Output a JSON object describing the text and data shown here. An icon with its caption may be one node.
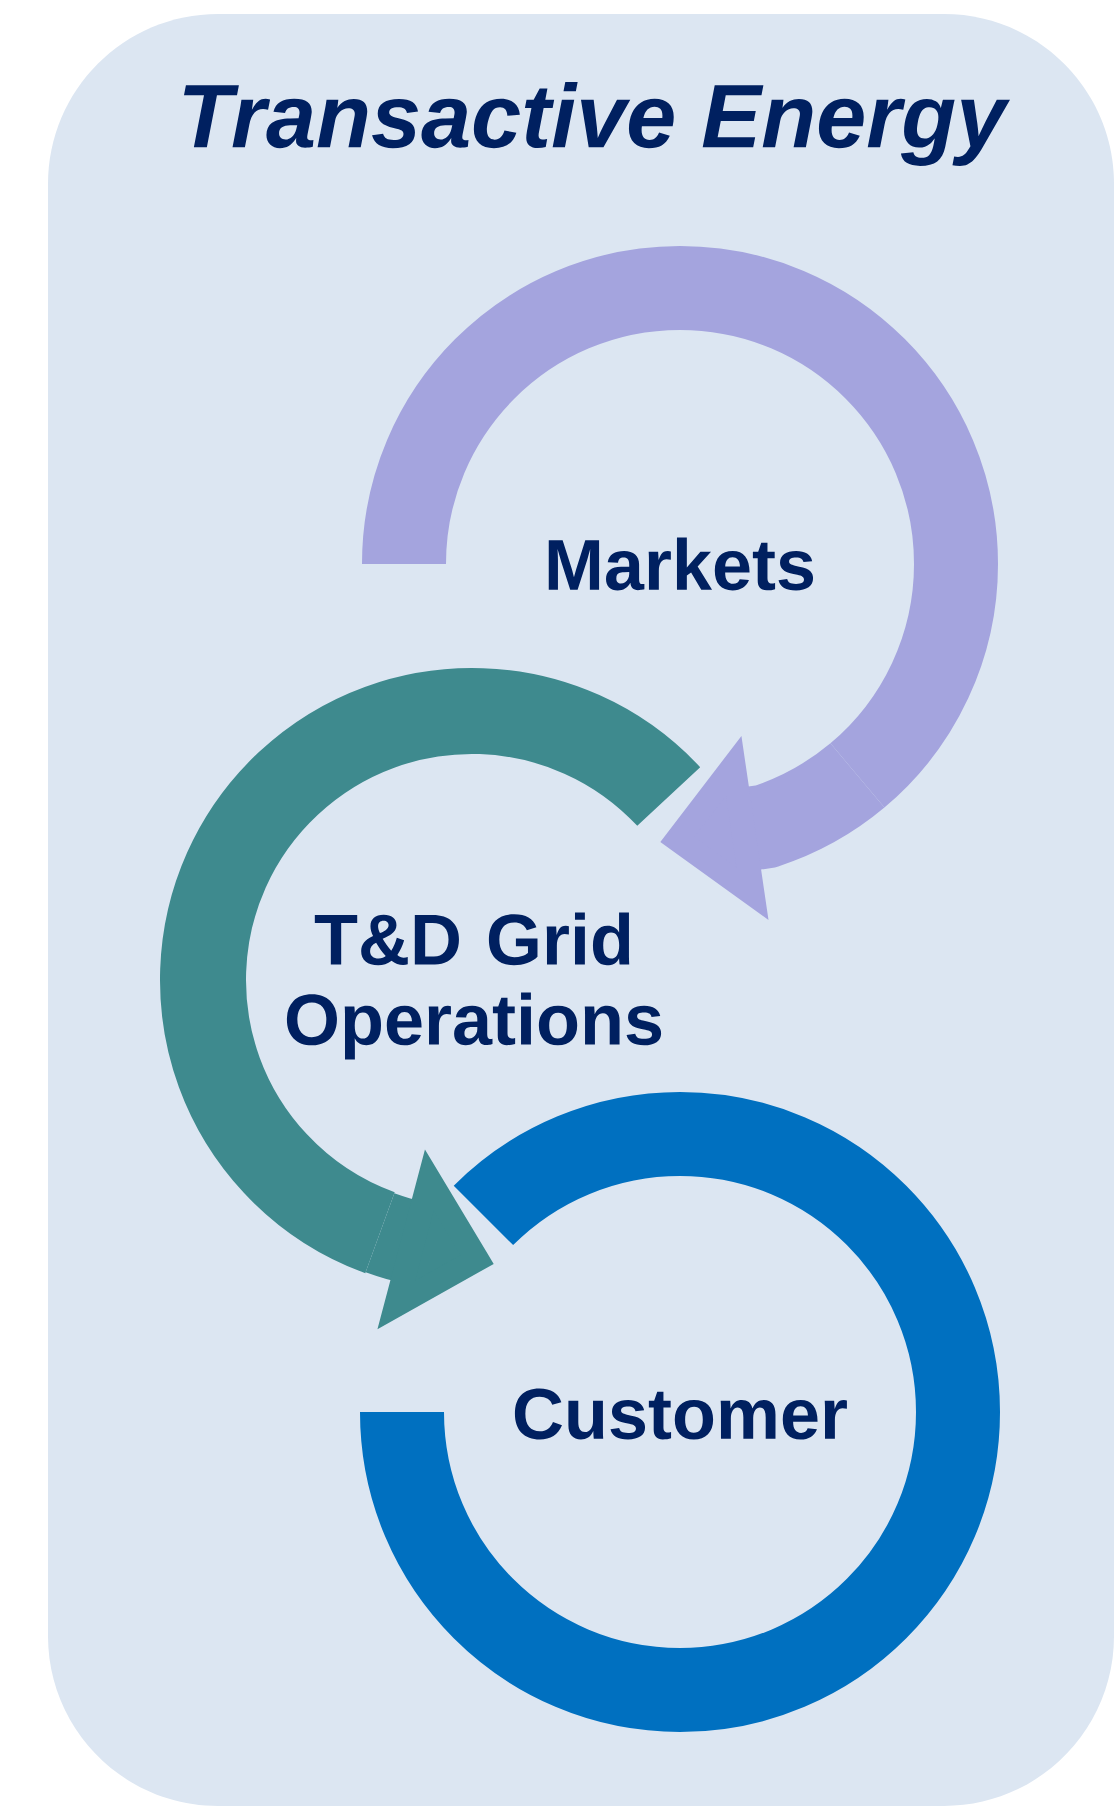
{
  "diagram": {
    "title": "Transactive Energy",
    "nodes": [
      {
        "text": [
          "Markets"
        ]
      },
      {
        "text": [
          "T&D Grid Operations"
        ]
      },
      {
        "text": [
          "Customer"
        ]
      }
    ],
    "edges": [
      {
        "from": 0,
        "to": 1,
        "arrow": "to",
        "color": "#a4a4de"
      },
      {
        "from": 1,
        "to": 2,
        "arrow": "to",
        "color": "#3e8a8e"
      }
    ]
  }
}
